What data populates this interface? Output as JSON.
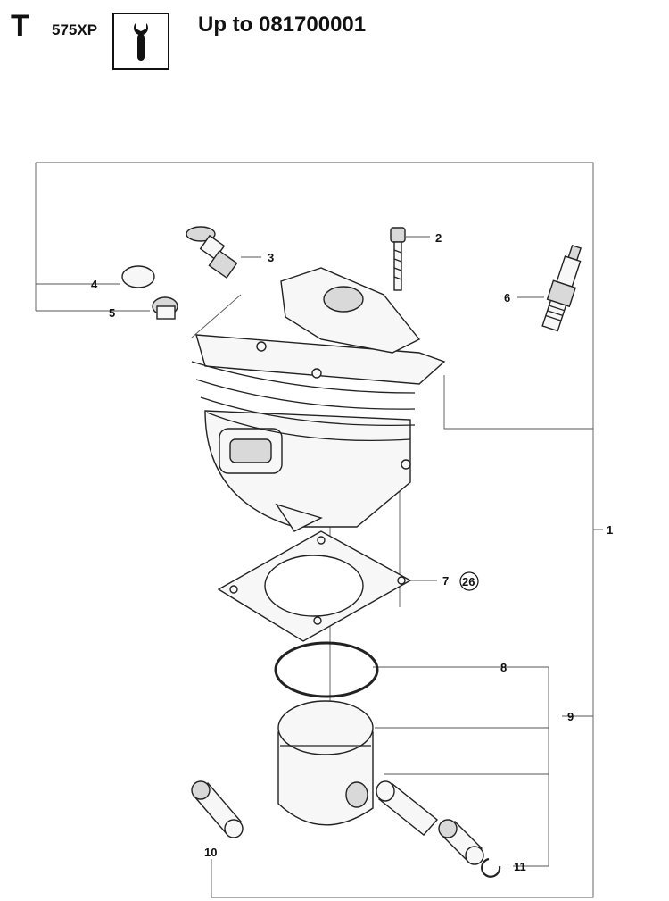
{
  "header": {
    "section_letter": "T",
    "model": "575XP",
    "info_icon": "wrench-info-icon",
    "title": "Up to 081700001"
  },
  "callouts": [
    {
      "id": "c1",
      "label": "1"
    },
    {
      "id": "c2",
      "label": "2"
    },
    {
      "id": "c3",
      "label": "3"
    },
    {
      "id": "c4",
      "label": "4"
    },
    {
      "id": "c5",
      "label": "5"
    },
    {
      "id": "c6",
      "label": "6"
    },
    {
      "id": "c7",
      "label": "7"
    },
    {
      "id": "c7b",
      "label": "26"
    },
    {
      "id": "c8",
      "label": "8"
    },
    {
      "id": "c9",
      "label": "9"
    },
    {
      "id": "c10",
      "label": "10"
    },
    {
      "id": "c11",
      "label": "11"
    }
  ]
}
